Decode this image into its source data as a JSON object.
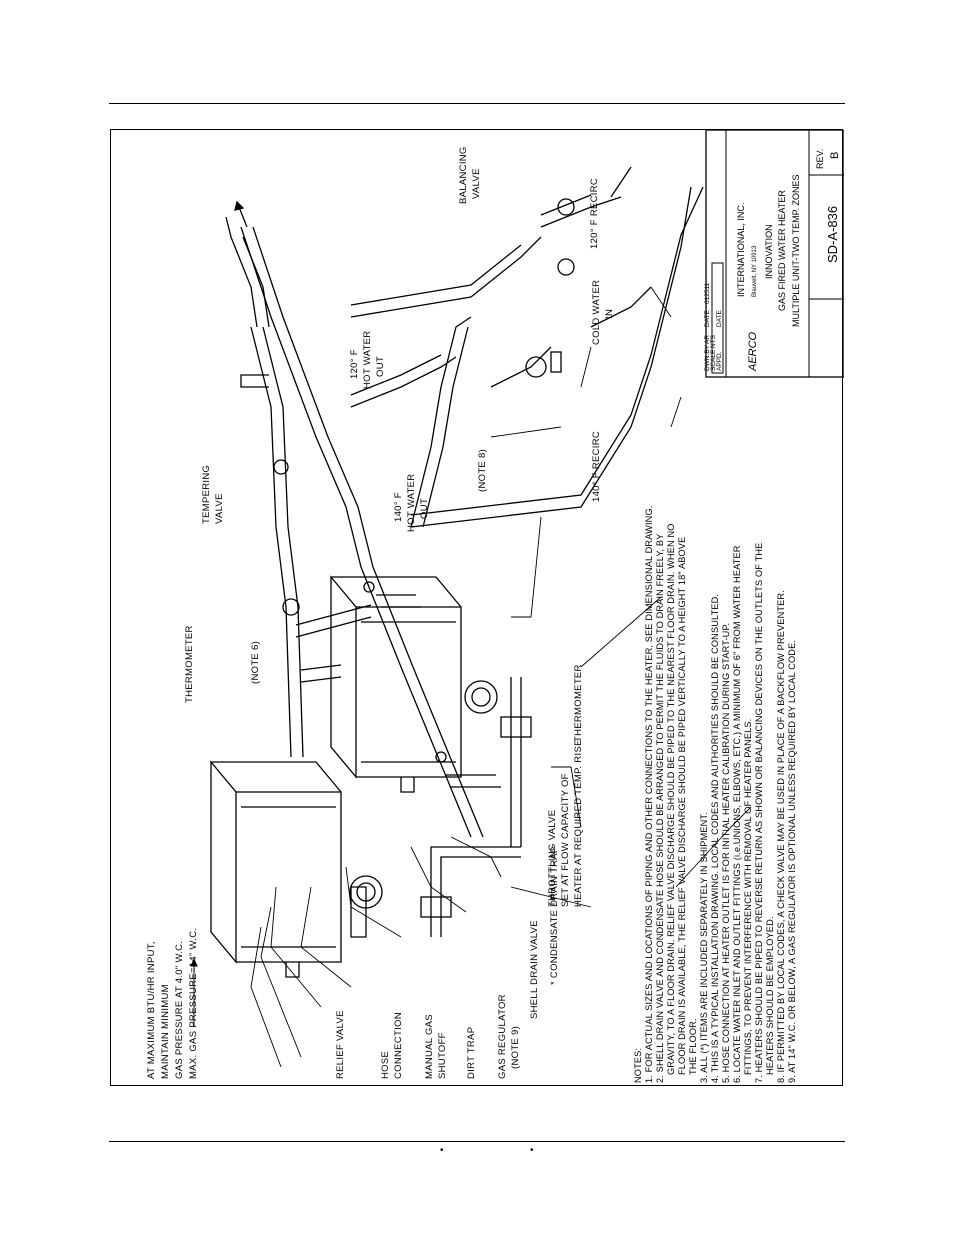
{
  "labels": {
    "gas_pressure": [
      "AT MAXIMUM BTU/HR INPUT,",
      "MAINTAIN MINIMUM",
      "GAS PRESSURE AT 4.0\" W.C.",
      "MAX. GAS PRESSURE=14\" W.C."
    ],
    "relief_valve": "RELIEF VALVE",
    "hose_connection": [
      "HOSE",
      "CONNECTION"
    ],
    "manual_gas_shutoff": [
      "MANUAL GAS",
      "SHUTOFF"
    ],
    "dirt_trap": "DIRT TRAP",
    "gas_regulator": [
      "GAS REGULATOR",
      "(NOTE 9)"
    ],
    "shell_drain_valve": "SHELL DRAIN VALVE",
    "condensate_drain_trap": "* CONDENSATE DRAIN TRAP",
    "throttling_valve": [
      "THROTTLING VALVE",
      "SET AT FLOW CAPACITY OF",
      "HEATER AT REQUIRED TEMP. RISE"
    ],
    "thermometer_top": "THERMOMETER",
    "thermometer_bottom": "THERMOMETER",
    "note6": "(NOTE 6)",
    "note8": "(NOTE 8)",
    "tempering_valve": [
      "TEMPERING",
      "VALVE"
    ],
    "hot140": [
      "140° F",
      "HOT WATER",
      "OUT"
    ],
    "hot120": [
      "120° F",
      "HOT WATER",
      "OUT"
    ],
    "recirc140": "140° F RECIRC",
    "cold_water": [
      "COLD WATER",
      "IN"
    ],
    "balancing_valve": [
      "BALANCING",
      "VALVE"
    ],
    "recirc120": "120° F RECIRC"
  },
  "notes": [
    "NOTES:",
    "1. FOR ACTUAL SIZES AND LOCATIONS OF PIPING AND OTHER CONNECTIONS TO THE HEATER, SEE DIMENSIONAL DRAWING.",
    "2. SHELL DRAIN VALVE AND CONDENSATE HOSE SHOULD BE ARRANGED TO PERMIT THE FLUIDS TO DRAIN FREELY, BY",
    "    GRAVITY, TO A FLOOR DRAIN. RELIEF VALVE DISCHARGE SHOULD BE PIPED TO THE NEAREST FLOOR DRAIN. WHEN NO",
    "    FLOOR DRAIN IS AVAILABLE, THE RELIEF VALVE DISCHARGE SHOULD BE PIPED VERTICALLY TO A HEIGHT 18\" ABOVE",
    "    THE FLOOR.",
    "3. ALL (*) ITEMS ARE INCLUDED SEPARATELY IN SHIPMENT.",
    "4. THIS IS A TYPICAL INSTALLATION DRAWING. LOCAL CODES AND AUTHORITIES SHOULD BE CONSULTED.",
    "5. HOSE CONNECTION AT HEATER OUTLET IS FOR INITIAL HEATER CALIBRATION DURING START-UP.",
    "6. LOCATE WATER INLET AND OUTLET FITTINGS (i.e.UNIONS, ELBOWS, ETC.) A MINIMUM OF 6\" FROM WATER HEATER",
    "    FITTINGS, TO PREVENT INTERFERENCE WITH REMOVAL OF HEATER PANELS.",
    "7. HEATERS SHOULD BE PIPED TO REVERSE RETURN AS SHOWN OR BALANCING DEVICES ON THE OUTLETS OF THE",
    "    HEATERS SHOULD BE EMPLOYED.",
    "8. IF PERMITTED BY LOCAL CODES, A CHECK VALVE MAY BE USED IN PLACE OF A BACKFLOW PREVENTER.",
    "9. AT 14\" W.C. OR BELOW, A GAS REGULATOR IS OPTIONAL UNLESS REQUIRED BY LOCAL CODE."
  ],
  "title_block": {
    "logo": "AERCO",
    "company": "INTERNATIONAL, INC.",
    "city": "Blauvelt, NY 10913",
    "product": "INNOVATION",
    "title1": "GAS FIRED WATER HEATER",
    "title2": "MULTIPLE UNIT-TWO TEMP. ZONES",
    "dwn_by_label": "DWN.BY",
    "dwn_by": "AR",
    "date_label": "DATE",
    "date": "012511",
    "scale_label": "SCALE",
    "scale": "NTS",
    "appd_label": "APPD.",
    "appd_date_label": "DATE",
    "drawing_no": "SD-A-836",
    "rev_label": "REV.",
    "rev": "B"
  },
  "footer": {
    "bullet1": "•",
    "bullet2": "•"
  }
}
